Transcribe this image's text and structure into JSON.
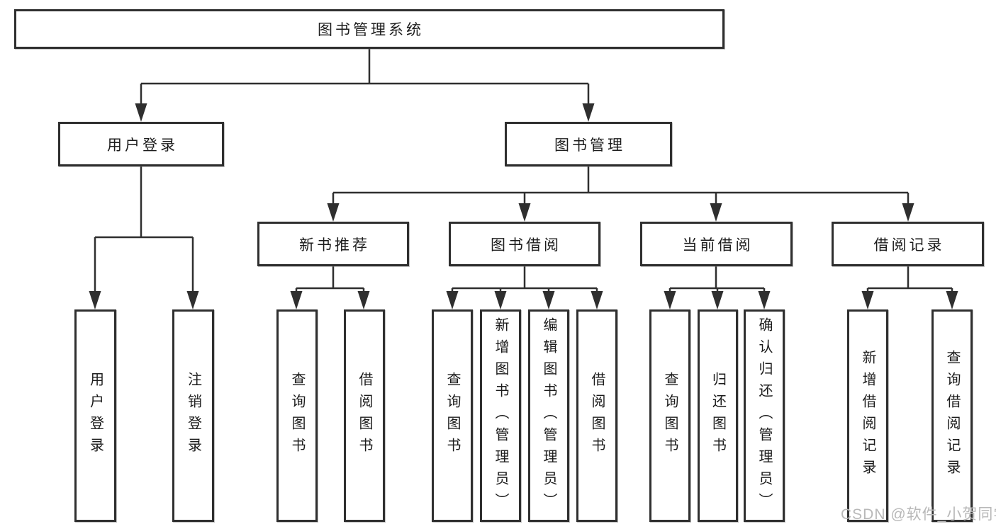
{
  "colors": {
    "background": "#ffffff",
    "line": "#2f2f2f",
    "box_border": "#2f2f2f",
    "text": "#1c1c1c",
    "watermark": "#b8b8b8"
  },
  "diagram": {
    "root": "图书管理系统",
    "level2": [
      "用户登录",
      "图书管理"
    ],
    "level3": [
      "新书推荐",
      "图书借阅",
      "当前借阅",
      "借阅记录"
    ],
    "leaves_login": [
      "用户登录",
      "注销登录"
    ],
    "leaves_new_book": [
      "查询图书",
      "借阅图书"
    ],
    "leaves_borrowing": [
      "查询图书",
      "新增图书（管理员）",
      "编辑图书（管理员）",
      "借阅图书"
    ],
    "leaves_current": [
      "查询图书",
      "归还图书",
      "确认归还（管理员）"
    ],
    "leaves_records": [
      "新增借阅记录",
      "查询借阅记录"
    ]
  },
  "watermark": "CSDN @软件_小贺同学"
}
